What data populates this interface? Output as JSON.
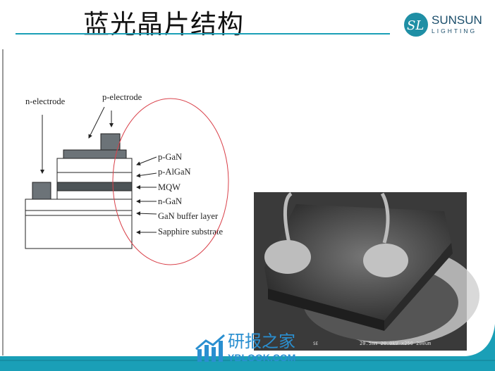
{
  "slide": {
    "title": "蓝光晶片结构"
  },
  "logo": {
    "brand": "SUNSUN",
    "sub": "LIGHTING",
    "mark": "SL"
  },
  "diagram": {
    "n_electrode": "n-electrode",
    "p_electrode": "p-electrode",
    "layers": [
      "p-GaN",
      "p-AlGaN",
      "MQW",
      "n-GaN",
      "GaN buffer layer",
      "Sapphire substrate"
    ]
  },
  "sem": {
    "detector": "SE",
    "caption": "20.5mm 20.0kV x250 200um"
  },
  "watermark": {
    "cn": "研报之家",
    "en": "YBLOOK.COM"
  },
  "colors": {
    "accent": "#1a9fb7",
    "ellipse": "#d9414a"
  }
}
